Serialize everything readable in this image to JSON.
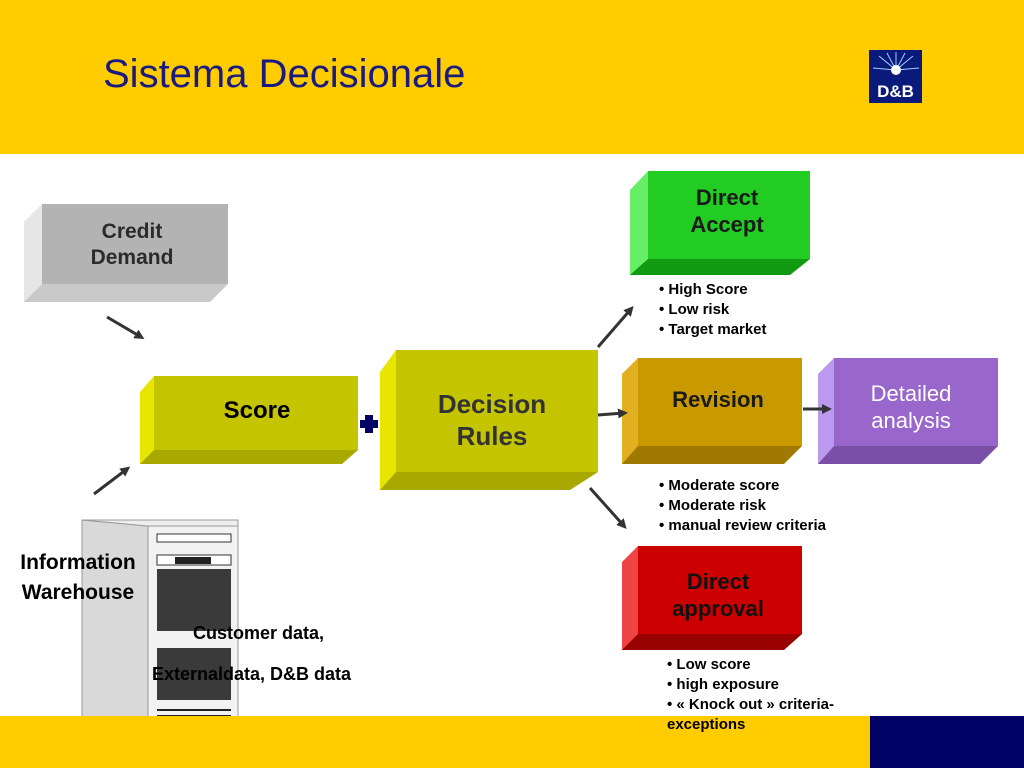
{
  "slide": {
    "title": "Sistema Decisionale",
    "logo_text": "D&B"
  },
  "diagram": {
    "credit_demand": "Credit Demand",
    "score": "Score",
    "decision_rules": "Decision Rules",
    "direct_accept": "Direct Accept",
    "revision": "Revision",
    "detailed_analysis": "Detailed analysis",
    "direct_approval": "Direct approval",
    "information_warehouse": "Information Warehouse",
    "customer_data_line1": "Customer data,",
    "customer_data_line2": "Externaldata, D&B data",
    "accept_bullets": [
      "• High Score",
      "• Low risk",
      "• Target market"
    ],
    "revision_bullets": [
      "• Moderate score",
      "• Moderate risk",
      "• manual review criteria"
    ],
    "approval_bullets": [
      "• Low score",
      "• high exposure",
      "• « Knock out » criteria-",
      "exceptions"
    ]
  },
  "colors": {
    "header": "#ffcc00",
    "title": "#1a1a80",
    "footer_navy": "#000066",
    "credit_demand": "#b3b3b3",
    "score": "#c4c400",
    "direct_accept": "#22cc22",
    "revision": "#c89a00",
    "detailed_analysis": "#9966cc",
    "direct_approval": "#cc0000"
  }
}
